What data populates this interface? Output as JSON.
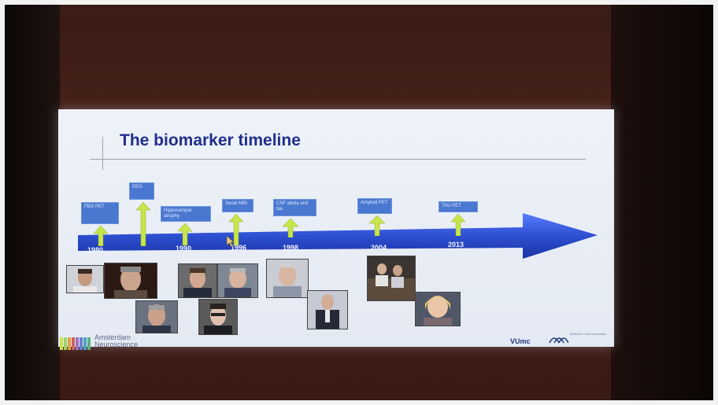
{
  "slide": {
    "title": "The biomarker timeline",
    "markers": [
      {
        "label": "FBG PET",
        "year": "1980"
      },
      {
        "label": "EEG",
        "year": ""
      },
      {
        "label": "Hippocampal atrophy",
        "year": "1990"
      },
      {
        "label": "Serial MRI",
        "year": "1996"
      },
      {
        "label": "CSF abeta and tau",
        "year": "1998"
      },
      {
        "label": "Amyloid PET",
        "year": "2004"
      },
      {
        "label": "TAU PET",
        "year": "2013"
      }
    ],
    "logo_left_line1": "Amsterdam",
    "logo_left_line2": "Neuroscience",
    "logo_right": "VUmc",
    "logo_right_small": "Alzheimer Center Amsterdam"
  },
  "colors": {
    "title": "#1f2f8c",
    "timeline_arrow": "#2d4fd0",
    "up_arrow": "#c8e54a",
    "label_box": "#4a78d0"
  }
}
